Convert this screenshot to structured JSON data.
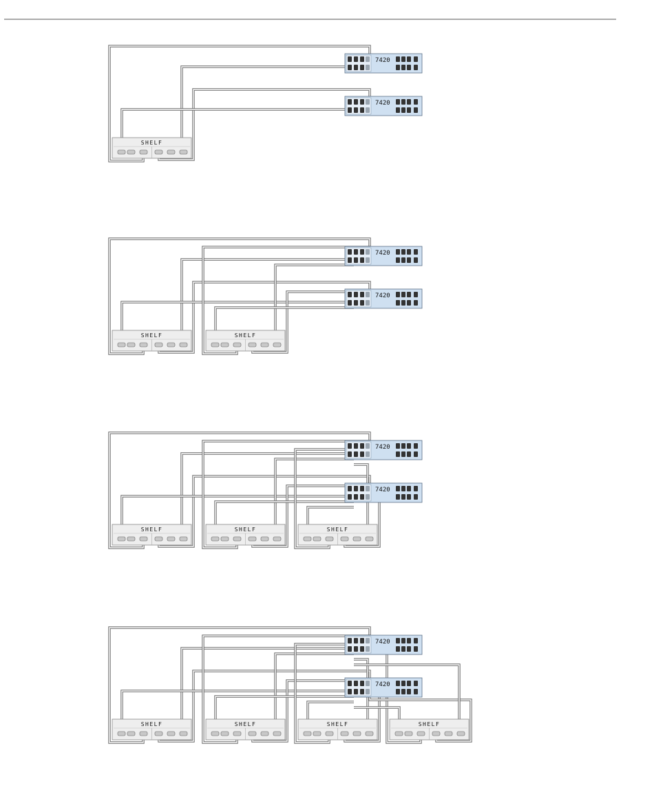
{
  "controller_label": "7420",
  "shelf_label": "SHELF",
  "colors": {
    "rule": "#555555",
    "controller_fill": "#cfe0f1",
    "controller_stroke": "#5a6f85",
    "shelf_fill": "#eeeeee",
    "shelf_stroke": "#888888",
    "cable_outer": "#6a6a6a",
    "cable_inner": "#ffffff",
    "port_dark": "#333333",
    "port_light": "#c8c8c8"
  },
  "diagrams": [
    {
      "shelf_count": 1
    },
    {
      "shelf_count": 2
    },
    {
      "shelf_count": 3
    },
    {
      "shelf_count": 4
    }
  ]
}
